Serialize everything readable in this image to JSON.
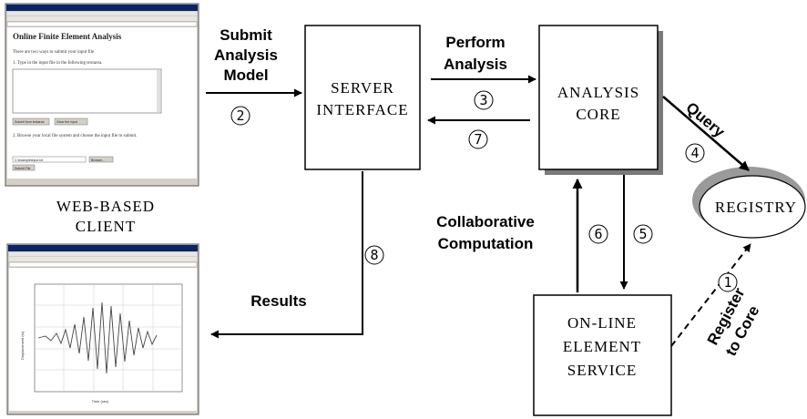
{
  "client": {
    "caption_line1": "WEB-BASED",
    "caption_line2": "CLIENT",
    "form_window": {
      "page_title": "Online Finite Element Analysis",
      "intro": "There are two ways to submit your input file",
      "step1": "1. Type in the input file in the following textarea.",
      "submit_btn": "Submit from textarea",
      "clear_btn": "Clear the input",
      "step2": "2. Browse your local file system and choose the input file to submit.",
      "path_value": "C:\\example\\input.txt",
      "browse_btn": "Browse...",
      "submit_file_btn": "Submit File"
    },
    "results_window": {
      "y_axis_label": "Displacement (in)",
      "x_axis_label": "Time (sec)"
    }
  },
  "nodes": {
    "server": {
      "line1": "SERVER",
      "line2": "INTERFACE"
    },
    "core": {
      "line1": "ANALYSIS",
      "line2": "CORE"
    },
    "registry": {
      "label": "REGISTRY"
    },
    "element_service": {
      "line1": "ON-LINE",
      "line2": "ELEMENT",
      "line3": "SERVICE"
    }
  },
  "labels": {
    "submit": {
      "line1": "Submit",
      "line2": "Analysis",
      "line3": "Model"
    },
    "perform": {
      "line1": "Perform",
      "line2": "Analysis"
    },
    "query": "Query",
    "collab": {
      "line1": "Collaborative",
      "line2": "Computation"
    },
    "results": "Results",
    "register": {
      "line1": "Register",
      "line2": "to Core"
    }
  },
  "steps": {
    "s1": "1",
    "s2": "2",
    "s3": "3",
    "s4": "4",
    "s5": "5",
    "s6": "6",
    "s7": "7",
    "s8": "8"
  }
}
